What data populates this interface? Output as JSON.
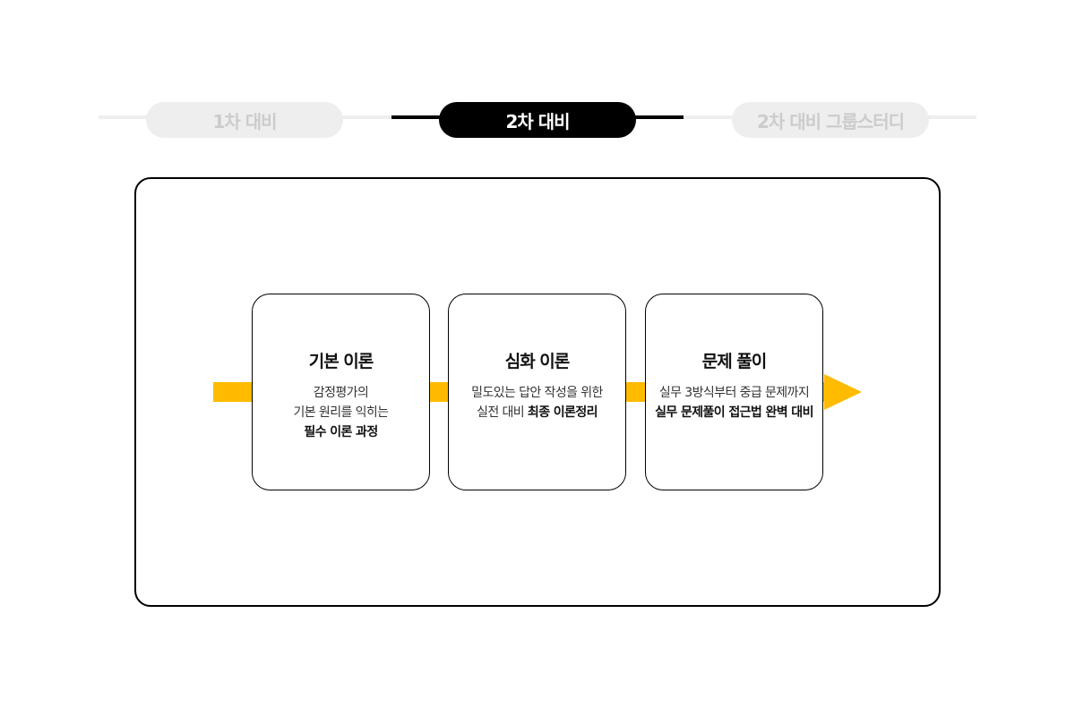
{
  "tabs": [
    {
      "label": "1차 대비",
      "active": false
    },
    {
      "label": "2차 대비",
      "active": true
    },
    {
      "label": "2차 대비 그룹스터디",
      "active": false
    }
  ],
  "colors": {
    "accent": "#FFBB00",
    "active": "#000000",
    "inactive": "#EEEEEE"
  },
  "steps": [
    {
      "title": "기본 이론",
      "line1": "감정평가의",
      "line2": "기본 원리를 익히는",
      "line3": "필수 이론 과정"
    },
    {
      "title": "심화 이론",
      "line1": "밀도있는 답안 작성을 위한",
      "line2a": "실전 대비 ",
      "line2b": "최종 이론정리"
    },
    {
      "title": "문제 풀이",
      "line1": "실무 3방식부터 중급 문제까지",
      "line2": "실무 문제풀이 접근법 완벽 대비"
    }
  ]
}
